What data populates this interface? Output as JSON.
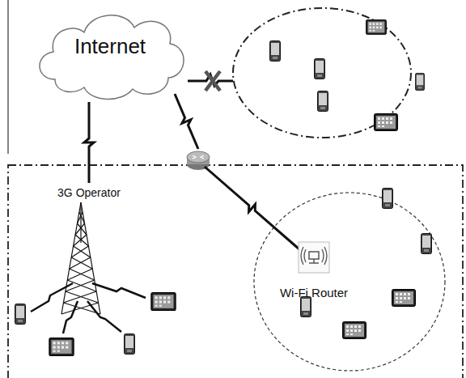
{
  "diagram": {
    "nodes": [
      {
        "text": [
          "Internet"
        ]
      },
      {
        "text": [
          "3G Operator"
        ]
      },
      {
        "text": [
          "Wi-Fi Router"
        ]
      }
    ],
    "edges": [
      {
        "from": 0,
        "to": 1,
        "arrow": "none"
      },
      {
        "from": 0,
        "to": 2,
        "arrow": "none"
      }
    ]
  }
}
